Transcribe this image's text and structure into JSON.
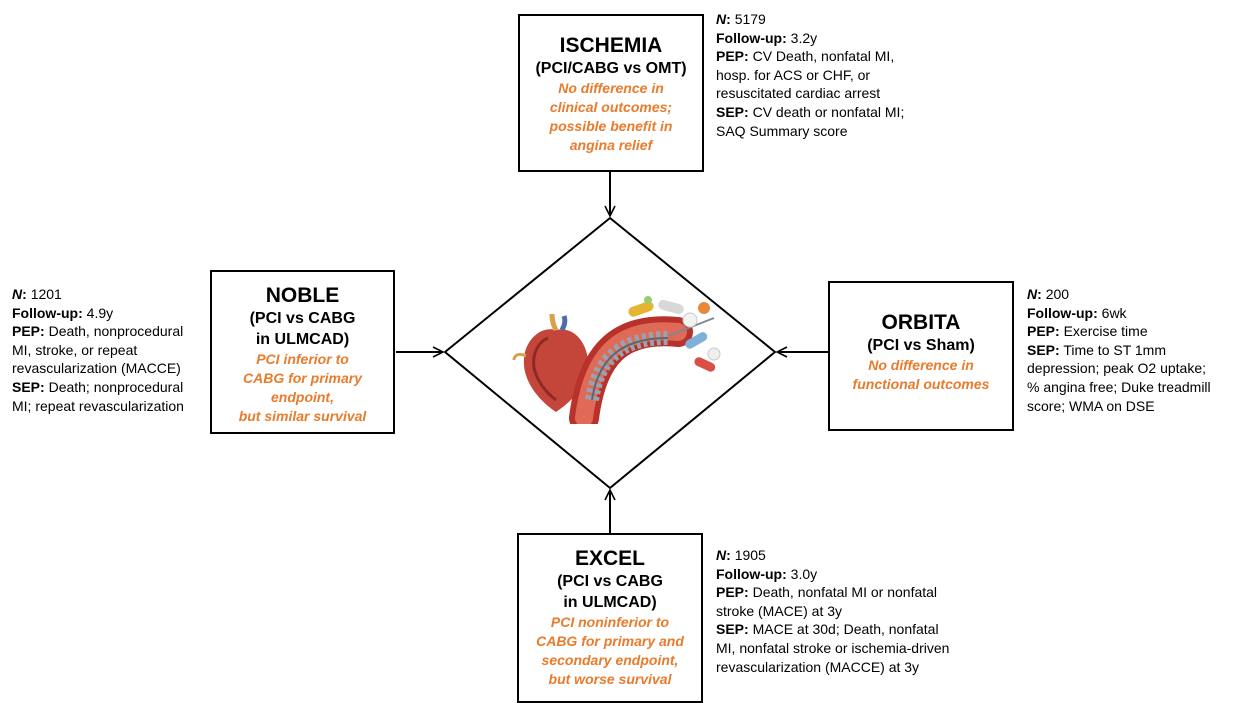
{
  "trials": {
    "ischemia": {
      "name": "ISCHEMIA",
      "comparison": "(PCI/CABG vs OMT)",
      "result": "No difference in\nclinical outcomes;\npossible benefit in\nangina relief",
      "n": "5179",
      "followup": "3.2y",
      "pep": "CV Death, nonfatal MI,\nhosp. for ACS or CHF, or\nresuscitated cardiac arrest",
      "sep": "CV death or nonfatal MI;\nSAQ Summary score"
    },
    "noble": {
      "name": "NOBLE",
      "comparison": "(PCI vs CABG\nin ULMCAD)",
      "result": "PCI inferior to\nCABG for primary\nendpoint,\nbut similar survival",
      "n": "1201",
      "followup": "4.9y",
      "pep": "Death, nonprocedural\nMI, stroke, or repeat\nrevascularization (MACCE)",
      "sep": "Death; nonprocedural\nMI; repeat revascularization"
    },
    "orbita": {
      "name": "ORBITA",
      "comparison": "(PCI vs Sham)",
      "result": "No difference in\nfunctional outcomes",
      "n": "200",
      "followup": "6wk",
      "pep": "Exercise time",
      "sep": "Time to ST 1mm\ndepression; peak O2 uptake;\n% angina free; Duke treadmill\nscore; WMA on DSE"
    },
    "excel": {
      "name": "EXCEL",
      "comparison": "(PCI vs CABG\nin ULMCAD)",
      "result": "PCI noninferior to\nCABG for primary and\nsecondary endpoint,\nbut worse survival",
      "n": "1905",
      "followup": "3.0y",
      "pep": "Death, nonfatal MI or nonfatal\nstroke (MACE) at 3y",
      "sep": "MACE at 30d; Death, nonfatal\nMI, nonfatal stroke or ischemia-driven\nrevascularization (MACCE) at 3y"
    }
  },
  "labels": {
    "n": "N",
    "followup": "Follow-up:",
    "pep": "PEP:",
    "sep": "SEP:"
  },
  "colors": {
    "result_text": "#e87b2c",
    "lines": "#000000",
    "background": "#ffffff"
  },
  "center_image": "heart-stent-pills-illustration"
}
